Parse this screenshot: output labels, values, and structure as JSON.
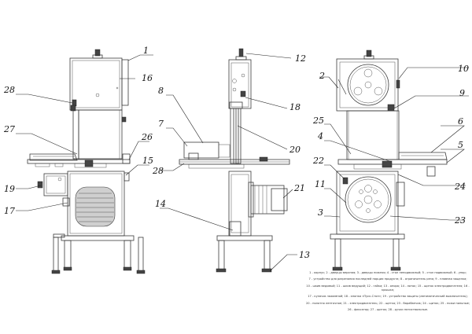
{
  "callouts": {
    "c1": "1",
    "c2": "2",
    "c3": "3",
    "c4": "4",
    "c5": "5",
    "c6": "6",
    "c7": "7",
    "c8": "8",
    "c9": "9",
    "c10": "10",
    "c11": "11",
    "c12": "12",
    "c13": "13",
    "c14": "14",
    "c15": "15",
    "c16": "16",
    "c17": "17",
    "c18": "18",
    "c19": "19",
    "c20": "20",
    "c21": "21",
    "c22": "22",
    "c23": "23",
    "c24": "24",
    "c25": "25",
    "c26": "26",
    "c27": "27",
    "c28a": "28",
    "c28b": "28"
  },
  "legend": [
    "1 - корпус; 2 - дверцы верхняя; 3 - дверцы нижняя; 4 - стол неподвижный; 5 - стол подвижный; 6 - упор;",
    "7 - устройство для разрезания последней порции продукта; 8 - ограничитель реза; 9 - плавная защелка;",
    "10 - шкив ведомый; 11 - шкив ведущий; 12 - гайка; 13 - опора; 14 - лоток; 15 - щиток электродвигателя; 16 - крышка;",
    "17 - кулачок зажимной; 18 - кнопка «Пуск-Стоп»; 19 - устройство защиты (автоматический выключатель);",
    "20 - полотно ленточное; 21 - электродвигатель; 22 - щетка; 23 - барабанчик; 24 - щиток; 25 - ножи пильные;",
    "26 - фиксатор; 27 - щиток; 28 - ручки пятиствольные."
  ]
}
